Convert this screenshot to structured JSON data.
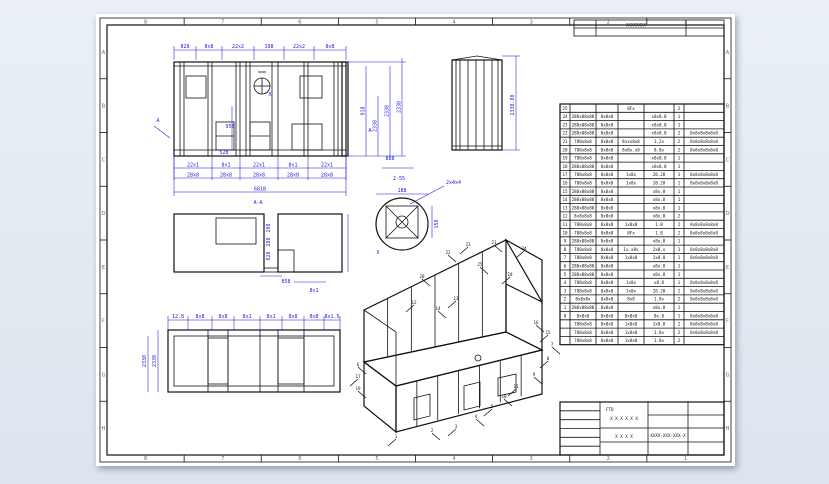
{
  "drawing": {
    "background_color": "#dce5ee",
    "sheet_color": "#ffffff",
    "dimension_color": "#1a1adc",
    "line_color": "#111111",
    "zone_columns": [
      "8",
      "7",
      "6",
      "5",
      "4",
      "3",
      "2",
      "1"
    ],
    "zone_rows": [
      "A",
      "B",
      "C",
      "D",
      "E",
      "F",
      "G",
      "H"
    ],
    "front_view": {
      "top_dims": [
        "828",
        "8x8",
        "22x2",
        "198",
        "22x2",
        "8x8"
      ],
      "bottom_dims_row1": [
        "22x1",
        "8x1",
        "22x1",
        "8x1",
        "22x1"
      ],
      "bottom_dims_row2": [
        "28x8",
        "28x8",
        "28x8",
        "28x8",
        "28x8"
      ],
      "overall_width": "6818",
      "side_dims": [
        "918",
        "2338",
        "2338",
        "2338"
      ],
      "detail_label": "X",
      "section_label": "A",
      "gap_label": "2-55",
      "small_dims": [
        "958",
        "528",
        "888"
      ]
    },
    "side_view": {
      "height_dim": "2338.88"
    },
    "section_view": {
      "title": "A-A",
      "dims": [
        "288",
        "288",
        "828",
        "858",
        "8x1"
      ]
    },
    "detail_view": {
      "label": "X",
      "note": "2x4x4",
      "dims": [
        "188",
        "38",
        "158"
      ]
    },
    "top_view": {
      "dims": [
        "12.8",
        "8x8",
        "8x8",
        "8x1",
        "8x1",
        "8x8",
        "8x8",
        "8x1.5"
      ],
      "side_dims": [
        "2338",
        "2338"
      ]
    },
    "balloons": [
      "22",
      "23",
      "21",
      "24",
      "20",
      "12",
      "14",
      "13",
      "25",
      "18",
      "16",
      "15",
      "7",
      "8",
      "9",
      "11",
      "10",
      "5",
      "4",
      "3",
      "2",
      "1",
      "6",
      "17",
      "19"
    ],
    "bom": {
      "rows": [
        {
          "no": "25",
          "c2": "",
          "c3": "",
          "c4": "8Fx",
          "c5": "",
          "c6": "2",
          "c7": ""
        },
        {
          "no": "24",
          "c2": "288x88x88",
          "c3": "8x8x8",
          "c4": "",
          "c5": "x8x8.8",
          "c6": "1",
          "c7": ""
        },
        {
          "no": "23",
          "c2": "288x88x88",
          "c3": "8x8x8",
          "c4": "",
          "c5": "x8x8.8",
          "c6": "1",
          "c7": ""
        },
        {
          "no": "22",
          "c2": "288x88x88",
          "c3": "8x8x8",
          "c4": "",
          "c5": "x8x8.8",
          "c6": "2",
          "c7": "8x8x8x8x8x8"
        },
        {
          "no": "21",
          "c2": "788x8x8",
          "c3": "8x8x8",
          "c4": "8xxx8x8",
          "c5": "1.2x",
          "c6": "2",
          "c7": "8x8x8x8x8x8"
        },
        {
          "no": "20",
          "c2": "788x8x8",
          "c3": "8x8x8",
          "c4": "8x8x.x8",
          "c5": "8.8x",
          "c6": "2",
          "c7": "8x8x8x8x8x8"
        },
        {
          "no": "19",
          "c2": "788x8x8",
          "c3": "8x8x8",
          "c4": "",
          "c5": "x8x8.8",
          "c6": "1",
          "c7": ""
        },
        {
          "no": "18",
          "c2": "288x88x88",
          "c3": "8x8x8",
          "c4": "",
          "c5": "x8x8.8",
          "c6": "1",
          "c7": ""
        },
        {
          "no": "17",
          "c2": "788x8x8",
          "c3": "8x8x8",
          "c4": "1x8x",
          "c5": "28.28",
          "c6": "1",
          "c7": "8x8x8x8x8x8"
        },
        {
          "no": "16",
          "c2": "788x8x8",
          "c3": "8x8x8",
          "c4": "1x8x",
          "c5": "28.28",
          "c6": "1",
          "c7": "8x8x8x8x8x8"
        },
        {
          "no": "15",
          "c2": "288x88x88",
          "c3": "8x8x8",
          "c4": "",
          "c5": "x8x.8",
          "c6": "1",
          "c7": ""
        },
        {
          "no": "14",
          "c2": "288x88x88",
          "c3": "8x8x8",
          "c4": "",
          "c5": "x8x.8",
          "c6": "1",
          "c7": ""
        },
        {
          "no": "13",
          "c2": "288x88x88",
          "c3": "8x8x8",
          "c4": "",
          "c5": "x8x.8",
          "c6": "1",
          "c7": ""
        },
        {
          "no": "12",
          "c2": "8x8x8x8",
          "c3": "8x8x8",
          "c4": "",
          "c5": "x8x.8",
          "c6": "2",
          "c7": ""
        },
        {
          "no": "11",
          "c2": "788x8x8",
          "c3": "8x8x8",
          "c4": "1x8x8",
          "c5": "1.8",
          "c6": "2",
          "c7": "8x8x8x8x8x8"
        },
        {
          "no": "10",
          "c2": "788x8x8",
          "c3": "8x8x8",
          "c4": "8Fx",
          "c5": "1.8",
          "c6": "2",
          "c7": "8x8x8x8x8x8"
        },
        {
          "no": "9",
          "c2": "288x88x88",
          "c3": "8x8x8",
          "c4": "",
          "c5": "x8x.8",
          "c6": "1",
          "c7": ""
        },
        {
          "no": "8",
          "c2": "788x8x8",
          "c3": "8x8x8",
          "c4": "1x.x8x",
          "c5": "2x8.x",
          "c6": "1",
          "c7": "8x8x8x8x8x8"
        },
        {
          "no": "7",
          "c2": "788x8x8",
          "c3": "8x8x8",
          "c4": "1x8x8",
          "c5": "1x8.8",
          "c6": "1",
          "c7": "8x8x8x8x8x8"
        },
        {
          "no": "6",
          "c2": "288x88x88",
          "c3": "8x8x8",
          "c4": "",
          "c5": "x8x.8",
          "c6": "1",
          "c7": ""
        },
        {
          "no": "5",
          "c2": "288x88x88",
          "c3": "8x8x8",
          "c4": "",
          "c5": "x8x.8",
          "c6": "1",
          "c7": ""
        },
        {
          "no": "4",
          "c2": "788x8x8",
          "c3": "8x8x8",
          "c4": "1x8x",
          "c5": "x8.8",
          "c6": "1",
          "c7": "8x8x8x8x8x8"
        },
        {
          "no": "3",
          "c2": "788x8x8",
          "c3": "8x8x8",
          "c4": "1x8x",
          "c5": "28.28",
          "c6": "2",
          "c7": "8x8x8x8x8x8"
        },
        {
          "no": "2",
          "c2": "8x8x8x",
          "c3": "8x8x8",
          "c4": "8x8",
          "c5": "1.8x",
          "c6": "2",
          "c7": "8x8x8x8x8x8"
        },
        {
          "no": "1",
          "c2": "288x88x88",
          "c3": "8x8x8",
          "c4": "",
          "c5": "x8x.8",
          "c6": "1",
          "c7": ""
        },
        {
          "no": "0",
          "c2": "8x8x8",
          "c3": "8x8x8",
          "c4": "8x8x8",
          "c5": "8x.8",
          "c6": "1",
          "c7": "8x8x8x8x8x8"
        },
        {
          "no": "",
          "c2": "788x8x8",
          "c3": "8x8x8",
          "c4": "1x8x8",
          "c5": "1x8.8",
          "c6": "2",
          "c7": "8x8x8x8x8x8"
        },
        {
          "no": "",
          "c2": "788x8x8",
          "c3": "8x8x8",
          "c4": "1x8x8",
          "c5": "1.8x",
          "c6": "2",
          "c7": "8x8x8x8x8x8"
        },
        {
          "no": "",
          "c2": "788x8x8",
          "c3": "8x8x8",
          "c4": "1x8x8",
          "c5": "1.8x",
          "c6": "2",
          "c7": ""
        }
      ]
    },
    "title_block": {
      "company": "FTD",
      "product": "X X X X X X",
      "name": "X X X X",
      "drawing_no": "XXXX-XXX-XXX-X"
    },
    "top_tag": "XXXXXXXX"
  }
}
